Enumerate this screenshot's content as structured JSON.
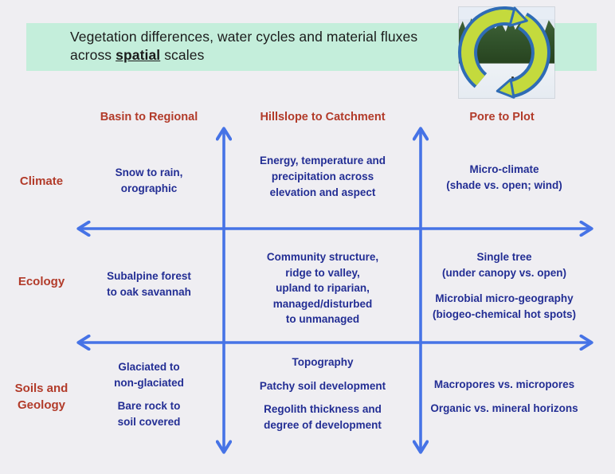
{
  "title": {
    "line1": "Vegetation differences, water cycles and material fluxes",
    "line2_prefix": "across ",
    "line2_bold": "spatial",
    "line2_suffix": " scales"
  },
  "decoration": {
    "photo_description": "forest-snow-photo",
    "cycle_icon": "circular-cycle-arrows-icon"
  },
  "columns": [
    {
      "label": "Basin to Regional"
    },
    {
      "label": "Hillslope to Catchment"
    },
    {
      "label": "Pore to Plot"
    }
  ],
  "rows": [
    {
      "label": [
        "Climate"
      ],
      "cells": {
        "basin": {
          "paragraphs": [
            [
              "Snow to rain,",
              "orographic"
            ]
          ]
        },
        "hillslope": {
          "paragraphs": [
            [
              "Energy, temperature and",
              "precipitation across",
              "elevation and aspect"
            ]
          ]
        },
        "pore": {
          "paragraphs": [
            [
              "Micro-climate",
              "(shade vs. open; wind)"
            ]
          ]
        }
      }
    },
    {
      "label": [
        "Ecology"
      ],
      "cells": {
        "basin": {
          "paragraphs": [
            [
              "Subalpine forest",
              "to oak savannah"
            ]
          ]
        },
        "hillslope": {
          "paragraphs": [
            [
              "Community structure,",
              "ridge to valley,",
              "upland to riparian,",
              "managed/disturbed",
              "to unmanaged"
            ]
          ]
        },
        "pore": {
          "paragraphs": [
            [
              "Single tree",
              "(under canopy vs. open)"
            ],
            [
              "Microbial micro-geography",
              "(biogeo-chemical hot spots)"
            ]
          ]
        }
      }
    },
    {
      "label": [
        "Soils and",
        "Geology"
      ],
      "cells": {
        "basin": {
          "paragraphs": [
            [
              "Glaciated to",
              "non-glaciated"
            ],
            [
              "Bare rock to",
              "soil covered"
            ]
          ]
        },
        "hillslope": {
          "paragraphs": [
            [
              "Topography"
            ],
            [
              "Patchy soil development"
            ],
            [
              "Regolith thickness and",
              "degree of development"
            ]
          ]
        },
        "pore": {
          "paragraphs": [
            [
              "Macropores vs. micropores"
            ],
            [
              "Organic vs. mineral horizons"
            ]
          ]
        }
      }
    }
  ],
  "colors": {
    "background": "#efeef2",
    "banner": "#c4eedb",
    "heading_red": "#b23b2a",
    "body_navy": "#232e94",
    "arrow_blue": "#4673e6",
    "cycle_green": "#c4da3d",
    "cycle_outline": "#2f6cb5",
    "title_text": "#1b1b1b"
  }
}
